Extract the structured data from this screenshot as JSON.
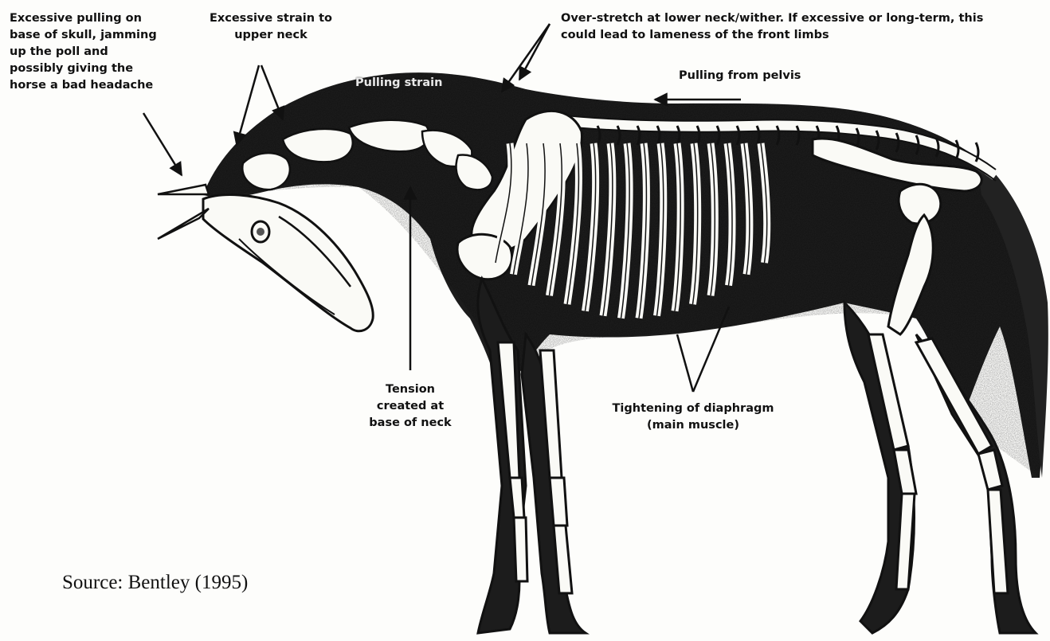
{
  "labels": {
    "skull": "Excessive pulling on\nbase of skull, jamming\nup the poll and\npossibly giving the\nhorse a bad headache",
    "upper_neck": "Excessive strain to\nupper neck",
    "lower_neck": "Over-stretch at lower neck/wither. If excessive or long-term, this\ncould lead to lameness of the front limbs",
    "pelvis": "Pulling from pelvis",
    "pulling_strain": "Pulling strain",
    "neck_base": "Tension\ncreated at\nbase of neck",
    "diaphragm": "Tightening of diaphragm\n(main muscle)"
  },
  "source": "Source:  Bentley (1995)",
  "colors": {
    "ink": "#111111",
    "paper": "#fdfdfb",
    "muscle": "#1c1c1c",
    "bone": "#fafaf6"
  }
}
